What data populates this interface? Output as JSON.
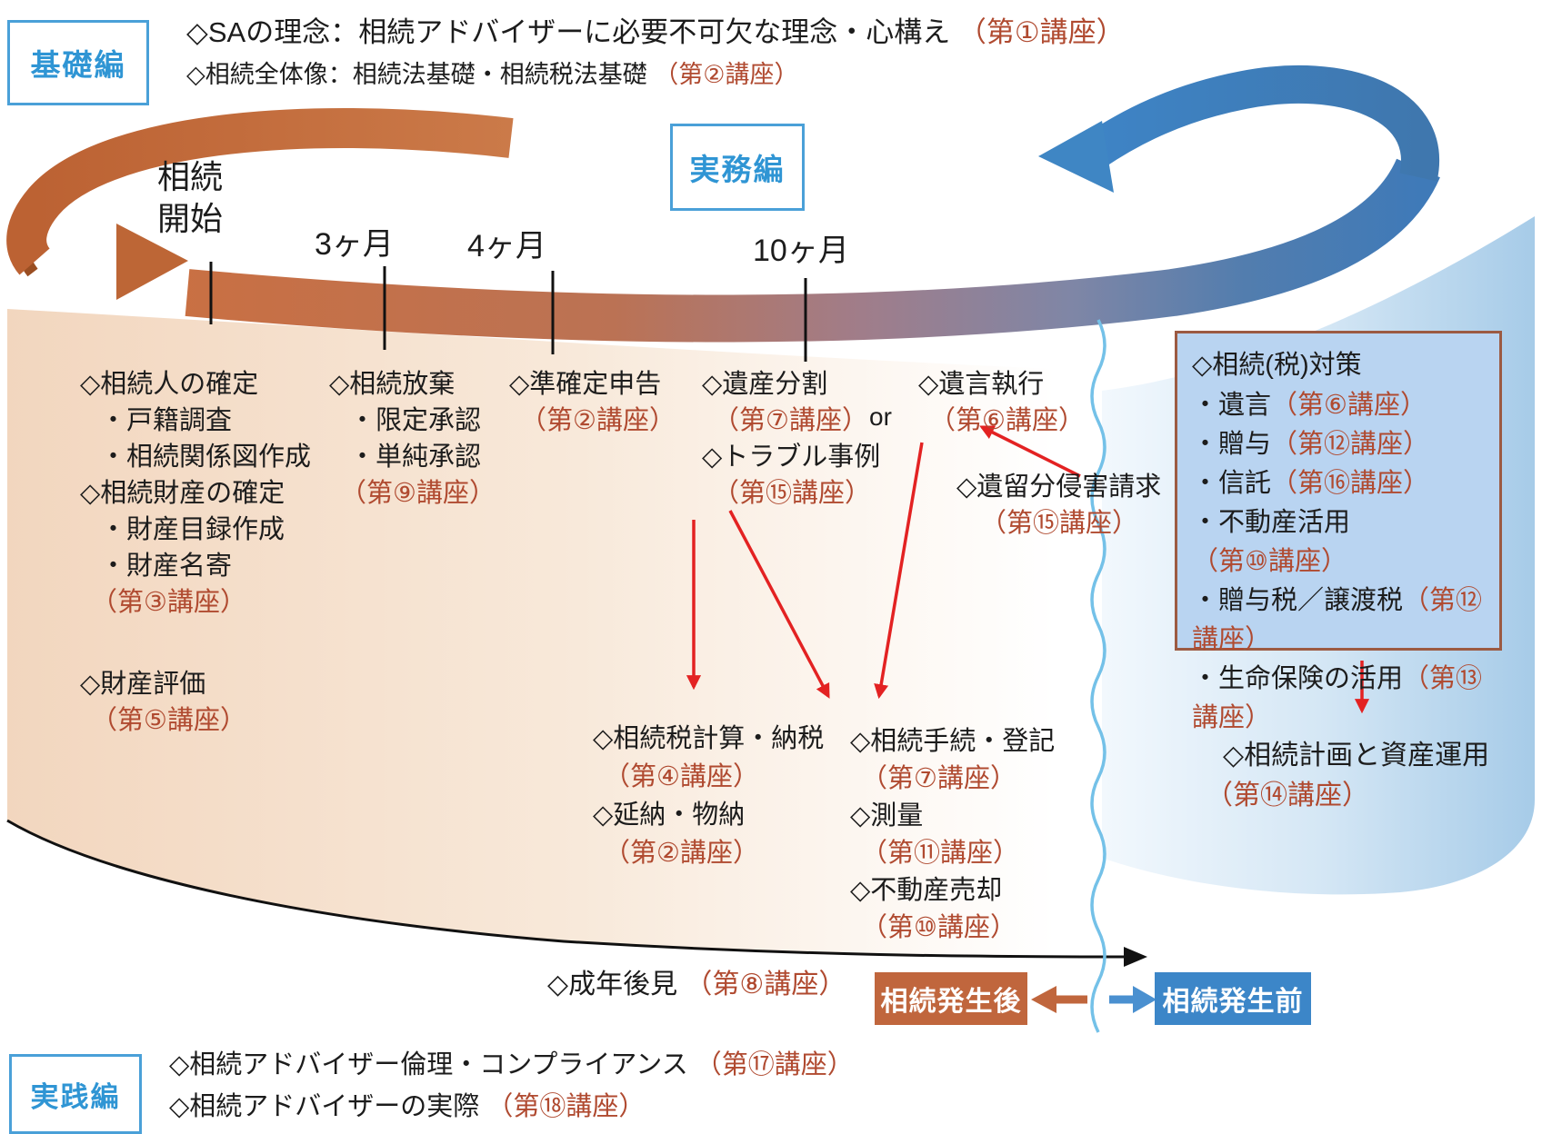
{
  "palette": {
    "course_red": "#b04a30",
    "arrow_red": "#e32222",
    "edition_blue": "#2f95d4",
    "orange": "#c56f3f",
    "steel_blue": "#3d7db9",
    "after_fill": "#c0663d",
    "before_fill": "#3c86c8",
    "squiggle_blue": "#74c1e8"
  },
  "basic": {
    "label": "基礎編",
    "line1": {
      "t": "◇SAの理念：相続アドバイザーに必要不可欠な理念・心構え",
      "c": "（第①講座）"
    },
    "line2": {
      "t": "◇相続全体像：相続法基礎・相続税法基礎",
      "c": "（第②講座）"
    }
  },
  "jitsumu": {
    "label": "実務編"
  },
  "jissen": {
    "label": "実践編",
    "line1": {
      "t": "◇相続アドバイザー倫理・コンプライアンス",
      "c": "（第⑰講座）"
    },
    "line2": {
      "t": "◇相続アドバイザーの実際",
      "c": "（第⑱講座）"
    }
  },
  "timeline": {
    "start1": "相続",
    "start2": "開始",
    "m3": "3ヶ月",
    "m4": "4ヶ月",
    "m10": "10ヶ月"
  },
  "heirs": {
    "lines": [
      "◇相続人の確定",
      "・戸籍調査",
      "・相続関係図作成",
      "◇相続財産の確定",
      "・財産目録作成",
      "・財産名寄"
    ],
    "course": "（第③講座）",
    "eval_t": "◇財産評価",
    "eval_c": "（第⑤講座）"
  },
  "houki": {
    "lines": [
      "◇相続放棄",
      "・限定承認",
      "・単純承認"
    ],
    "course": "（第⑨講座）"
  },
  "junkakutei": {
    "t": "◇準確定申告",
    "c": "（第②講座）"
  },
  "isan": {
    "t": "◇遺産分割",
    "c": "（第⑦講座）",
    "t2": "◇トラブル事例",
    "c2": "（第⑮講座）"
  },
  "or_label": "or",
  "yuigon": {
    "t": "◇遺言執行",
    "c": "（第⑥講座）"
  },
  "iryubun": {
    "t": "◇遺留分侵害請求",
    "c": "（第⑮講座）"
  },
  "tax": {
    "l1t": "◇相続税計算・納税",
    "l1c": "（第④講座）",
    "l2t": "◇延納・物納",
    "l2c": "（第②講座）"
  },
  "touki": {
    "l1t": "◇相続手続・登記",
    "l1c": "（第⑦講座）",
    "l2t": "◇測量",
    "l2c": "（第⑪講座）",
    "l3t": "◇不動産売却",
    "l3c": "（第⑩講座）"
  },
  "taisaku": {
    "title": "◇相続(税)対策",
    "items": [
      {
        "t": "・遺言",
        "c": "（第⑥講座）"
      },
      {
        "t": "・贈与",
        "c": "（第⑫講座）"
      },
      {
        "t": "・信託",
        "c": "（第⑯講座）"
      },
      {
        "t": "・不動産活用",
        "c": "（第⑩講座）"
      },
      {
        "t": "・贈与税／譲渡税",
        "c": "（第⑫講座）"
      },
      {
        "t": "・生命保険の活用",
        "c": "（第⑬講座）"
      }
    ]
  },
  "plan": {
    "t": "◇相続計画と資産運用",
    "c": "（第⑭講座）"
  },
  "seinen": {
    "t": "◇成年後見",
    "c": "（第⑧講座）"
  },
  "after_label": "相続発生後",
  "before_label": "相続発生前"
}
